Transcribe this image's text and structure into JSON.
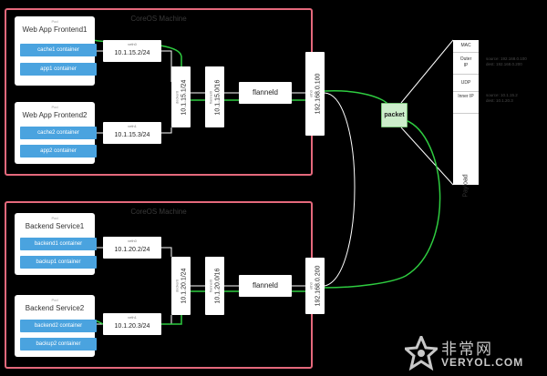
{
  "colors": {
    "machine_border": "#e5697c",
    "container_fill": "#4aa3df",
    "route_line": "#2ecc40",
    "packet_fill": "#cdeecb"
  },
  "machines": [
    {
      "title": "CoreOS Machine",
      "pods": [
        {
          "tag": "Pod",
          "title": "Web App Frontend1",
          "containers": [
            "cache1 container",
            "app1 container"
          ]
        },
        {
          "tag": "Pod",
          "title": "Web App Frontend2",
          "containers": [
            "cache2 container",
            "app2 container"
          ]
        }
      ],
      "veths": [
        {
          "tag": "veth0",
          "ip": "10.1.15.2/24"
        },
        {
          "tag": "veth1",
          "ip": "10.1.15.3/24"
        }
      ],
      "docker0": {
        "tag": "docker0",
        "ip": "10.1.15.1/24"
      },
      "flannel0": {
        "tag": "flannel0",
        "ip": "10.1.15.0/16"
      },
      "flanneld": "flanneld",
      "eth0": {
        "tag": "eth0",
        "ip": "192.168.0.100"
      }
    },
    {
      "title": "CoreOS Machine",
      "pods": [
        {
          "tag": "Pod",
          "title": "Backend Service1",
          "containers": [
            "backend1 container",
            "backup1 container"
          ]
        },
        {
          "tag": "Pod",
          "title": "Backend Service2",
          "containers": [
            "backend2 container",
            "backup2 container"
          ]
        }
      ],
      "veths": [
        {
          "tag": "veth0",
          "ip": "10.1.20.2/24"
        },
        {
          "tag": "veth1",
          "ip": "10.1.20.3/24"
        }
      ],
      "docker0": {
        "tag": "docker0",
        "ip": "10.1.20.1/24"
      },
      "flannel0": {
        "tag": "flannel0",
        "ip": "10.1.20.0/16"
      },
      "flanneld": "flanneld",
      "eth0": {
        "tag": "eth0",
        "ip": "192.168.0.200"
      }
    }
  ],
  "packet": {
    "label": "packet",
    "fields": [
      "MAC",
      "Outer IP",
      "UDP",
      "Inner IP",
      "Payload"
    ],
    "outer_annotation": [
      "source: 192.168.0.100",
      "dest: 192.168.0.200"
    ],
    "inner_annotation": [
      "source: 10.1.15.2",
      "dest: 10.1.20.3"
    ]
  },
  "watermark": {
    "cn": "非常网",
    "en": "VERYOL.COM"
  }
}
